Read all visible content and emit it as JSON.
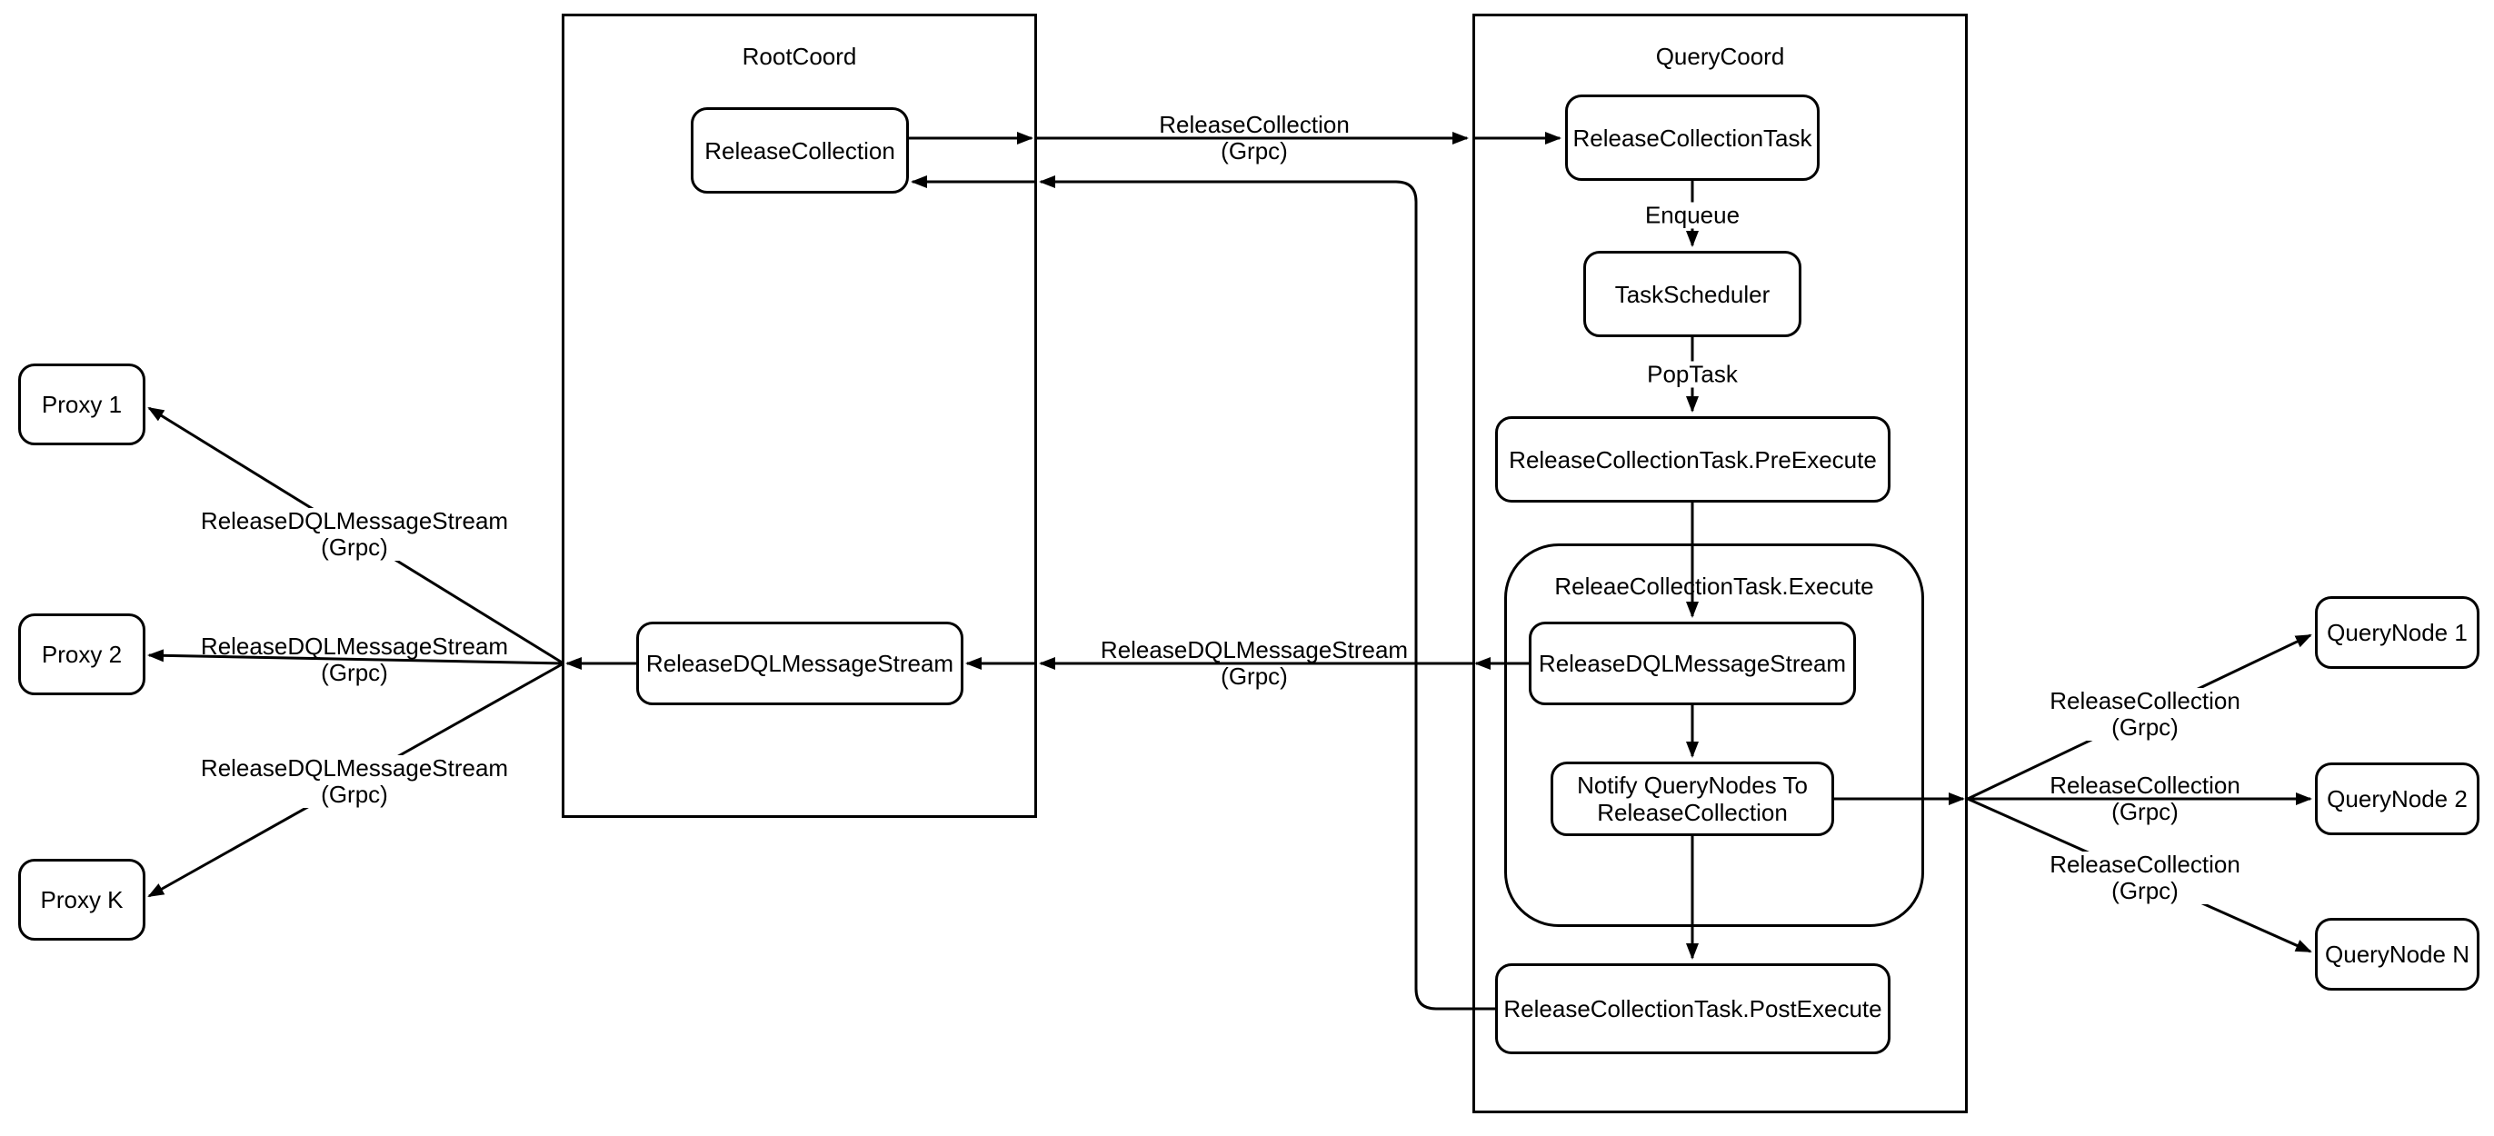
{
  "canvas": {
    "background": "#ffffff",
    "stroke_color": "#000000"
  },
  "containers": {
    "rootcoord": {
      "title": "RootCoord"
    },
    "querycoord": {
      "title": "QueryCoord"
    },
    "execute_group": {
      "title": "ReleaeCollectionTask.Execute"
    }
  },
  "nodes": {
    "proxy1": {
      "label": "Proxy 1"
    },
    "proxy2": {
      "label": "Proxy 2"
    },
    "proxyk": {
      "label": "Proxy K"
    },
    "release_collection": {
      "label": "ReleaseCollection"
    },
    "rc_release_dql_stream": {
      "label": "ReleaseDQLMessageStream"
    },
    "release_collection_task": {
      "label": "ReleaseCollectionTask"
    },
    "task_scheduler": {
      "label": "TaskScheduler"
    },
    "pre_execute": {
      "label": "ReleaseCollectionTask.PreExecute"
    },
    "qc_release_dql_stream": {
      "label": "ReleaseDQLMessageStream"
    },
    "notify_querynodes": {
      "label": "Notify QueryNodes To ReleaseCollection"
    },
    "post_execute": {
      "label": "ReleaseCollectionTask.PostExecute"
    },
    "querynode1": {
      "label": "QueryNode 1"
    },
    "querynode2": {
      "label": "QueryNode 2"
    },
    "querynoden": {
      "label": "QueryNode N"
    }
  },
  "edge_labels": {
    "rc_to_qc": {
      "line1": "ReleaseCollection",
      "line2": "(Grpc)"
    },
    "enqueue": {
      "text": "Enqueue"
    },
    "poptask": {
      "text": "PopTask"
    },
    "dql_qc_to_rc": {
      "line1": "ReleaseDQLMessageStream",
      "line2": "(Grpc)"
    },
    "dql_to_proxy1": {
      "line1": "ReleaseDQLMessageStream",
      "line2": "(Grpc)"
    },
    "dql_to_proxy2": {
      "line1": "ReleaseDQLMessageStream",
      "line2": "(Grpc)"
    },
    "dql_to_proxyk": {
      "line1": "ReleaseDQLMessageStream",
      "line2": "(Grpc)"
    },
    "rc_to_querynode1": {
      "line1": "ReleaseCollection",
      "line2": "(Grpc)"
    },
    "rc_to_querynode2": {
      "line1": "ReleaseCollection",
      "line2": "(Grpc)"
    },
    "rc_to_querynoden": {
      "line1": "ReleaseCollection",
      "line2": "(Grpc)"
    }
  }
}
